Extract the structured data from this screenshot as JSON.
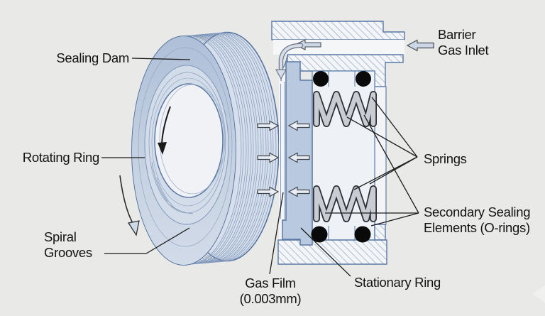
{
  "figure": {
    "type": "technical-diagram",
    "subject": "Dry gas seal cross-section"
  },
  "labels": {
    "sealing_dam": "Sealing Dam",
    "rotating_ring": "Rotating Ring",
    "spiral_grooves_line1": "Spiral",
    "spiral_grooves_line2": "Grooves",
    "gas_film_line1": "Gas Film",
    "gas_film_line2": "(0.003mm)",
    "stationary_ring": "Stationary Ring",
    "barrier_gas_line1": "Barrier",
    "barrier_gas_line2": "Gas Inlet",
    "springs": "Springs",
    "secondary_sealing_line1": "Secondary Sealing",
    "secondary_sealing_line2": "Elements (O-rings)"
  },
  "colors": {
    "background": "#e9e9e7",
    "outline_blue": "#5b79a4",
    "ring_face": "#d3dce9",
    "sealing_dam_band": "#b2c3da",
    "stationary_ring_fill": "#b9c9df",
    "hatch_line": "#9db0c9",
    "spring_fill": "#c9cdd3",
    "spring_outline": "#2c2e33",
    "o_ring": "#0a0a0a",
    "flow_arrow_fill": "#ccd7e5",
    "label_text": "#131313"
  }
}
